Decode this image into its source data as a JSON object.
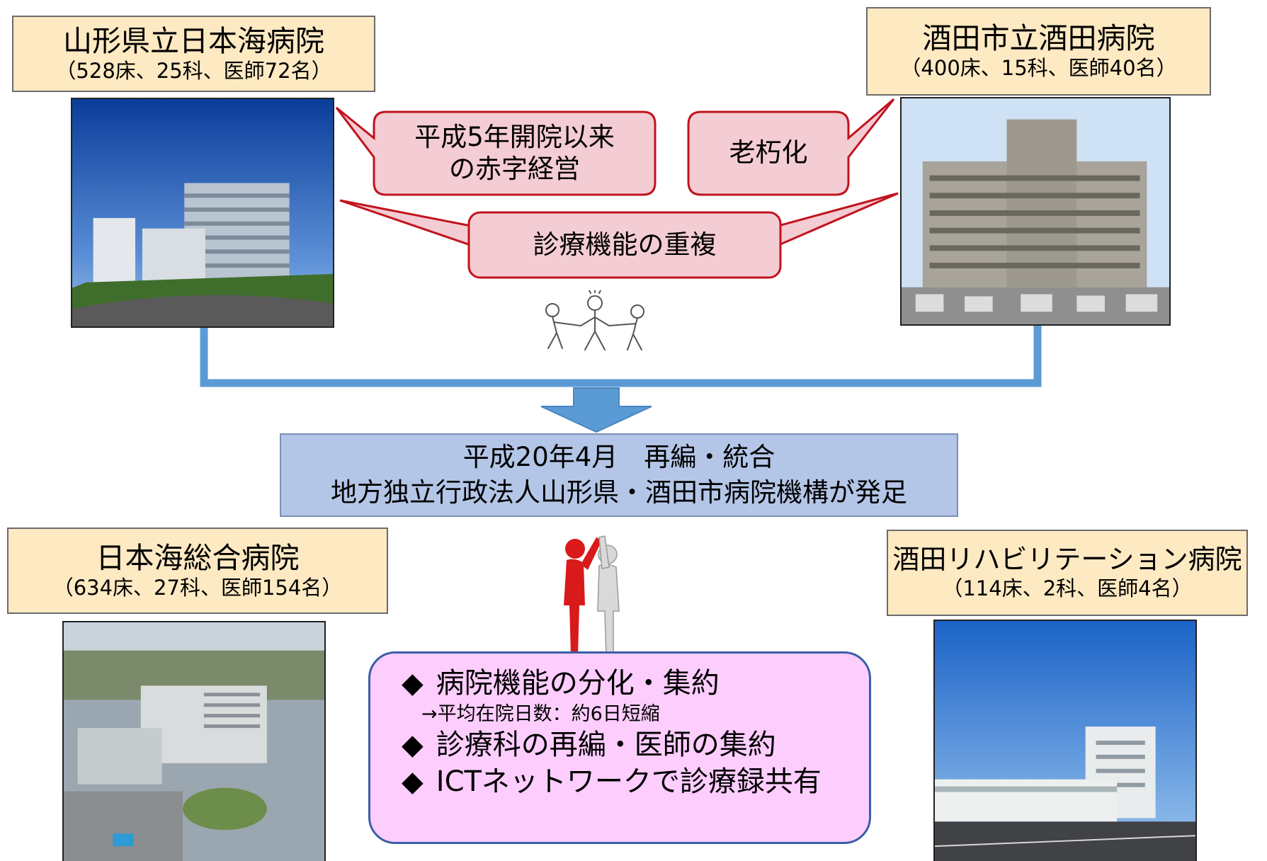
{
  "hospitals": {
    "prefectural": {
      "name": "山形県立日本海病院",
      "stats": "（528床、25科、医師72名）"
    },
    "city": {
      "name": "酒田市立酒田病院",
      "stats": "（400床、15科、医師40名）"
    },
    "general": {
      "name": "日本海総合病院",
      "stats": "（634床、27科、医師154名）"
    },
    "rehab": {
      "name": "酒田リハビリテーション病院",
      "stats": "（114床、2科、医師4名）"
    }
  },
  "issues": {
    "deficit_line1": "平成5年開院以来",
    "deficit_line2": "の赤字経営",
    "aging": "老朽化",
    "overlap": "診療機能の重複"
  },
  "merger": {
    "line1": "平成20年4月　再編・統合",
    "line2": "地方独立行政法人山形県・酒田市病院機構が発足"
  },
  "results": {
    "bullet": "◆",
    "item1": "病院機能の分化・集約",
    "item1_sub": "→平均在院日数：約6日短縮",
    "item2": "診療科の再編・医師の集約",
    "item3": "ICTネットワークで診療録共有"
  },
  "colors": {
    "label_fill": "#fde9c2",
    "callout_fill": "#f4ccd3",
    "callout_stroke": "#c0141e",
    "connector": "#5b9bd5",
    "merge_fill": "#b4c6e7",
    "result_fill": "#fdcdfd",
    "result_stroke": "#3a5ea8",
    "figure_red": "#d91a1a"
  }
}
